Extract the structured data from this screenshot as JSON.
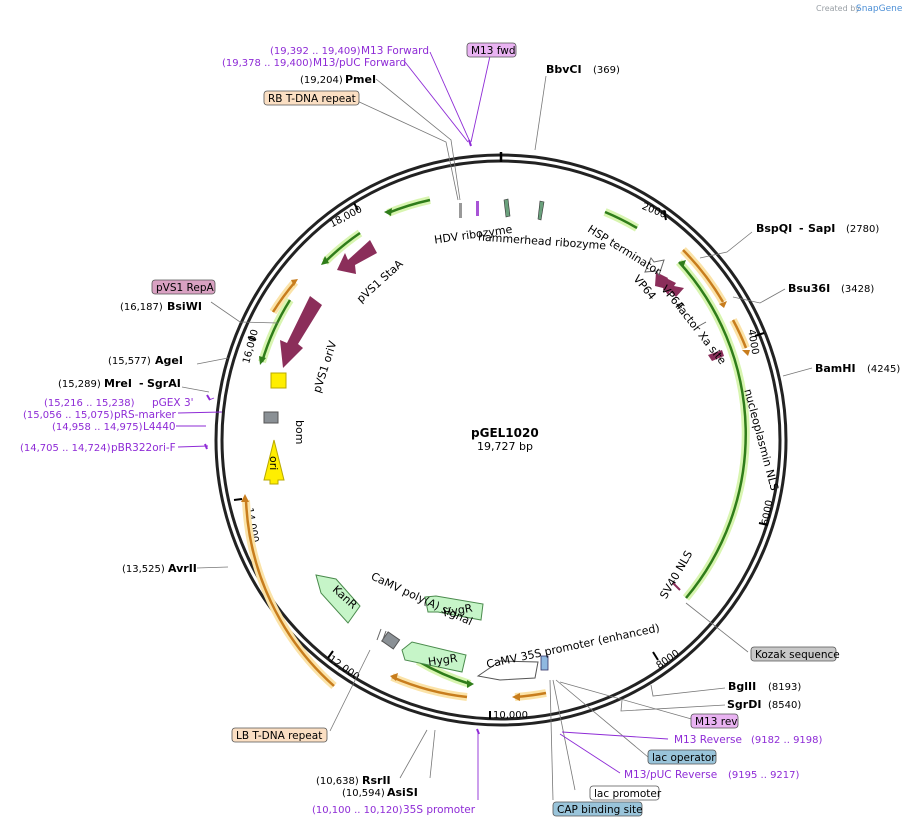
{
  "credit": {
    "created_by": "Created by",
    "brand": "SnapGene"
  },
  "plasmid": {
    "name": "pGEL1020",
    "size": "19,727 bp"
  },
  "ticks": [
    "2000",
    "4000",
    "6000",
    "8000",
    "10,000",
    "12,000",
    "14,000",
    "16,000",
    "18,000"
  ],
  "enzymes": {
    "bbvci": {
      "name": "BbvCI",
      "pos": "(369)"
    },
    "bspqi": {
      "name": "BspQI",
      "name2": "SapI",
      "pos": "(2780)"
    },
    "bsu36i": {
      "name": "Bsu36I",
      "pos": "(3428)"
    },
    "bamhi": {
      "name": "BamHI",
      "pos": "(4245)"
    },
    "bglii": {
      "name": "BglII",
      "pos": "(8193)"
    },
    "sgrdi": {
      "name": "SgrDI",
      "pos": "(8540)"
    },
    "rsrii": {
      "name": "RsrII",
      "pos": "(10,638)"
    },
    "asisi": {
      "name": "AsiSI",
      "pos": "(10,594)"
    },
    "avrii": {
      "name": "AvrII",
      "pos": "(13,525)"
    },
    "mrei": {
      "name": "MreI",
      "name2": "SgrAI",
      "pos": "(15,289)"
    },
    "agei": {
      "name": "AgeI",
      "pos": "(15,577)"
    },
    "bsiwi": {
      "name": "BsiWI",
      "pos": "(16,187)"
    },
    "pmei": {
      "name": "PmeI",
      "pos": "(19,204)"
    }
  },
  "primers": {
    "m13fwd": {
      "name": "M13 Forward",
      "pos": "(19,392 .. 19,409)"
    },
    "m13puc_fwd": {
      "name": "M13/pUC Forward",
      "pos": "(19,378 .. 19,400)"
    },
    "m13rev": {
      "name": "M13 Reverse",
      "pos": "(9182 .. 9198)"
    },
    "m13puc_rev": {
      "name": "M13/pUC Reverse",
      "pos": "(9195 .. 9217)"
    },
    "pgex3": {
      "name": "pGEX 3'",
      "pos": "(15,216 .. 15,238)"
    },
    "prs": {
      "name": "pRS-marker",
      "pos": "(15,056 .. 15,075)"
    },
    "l4440": {
      "name": "L4440",
      "pos": "(14,958 .. 14,975)"
    },
    "pbr322": {
      "name": "pBR322ori-F",
      "pos": "(14,705 .. 14,724)"
    },
    "p35s": {
      "name": "35S promoter",
      "pos": "(10,100 .. 10,120)"
    }
  },
  "boxes": {
    "m13fwd": "M13 fwd",
    "rb": "RB T-DNA repeat",
    "pvs1repa": "pVS1 RepA",
    "kozak": "Kozak sequence",
    "m13rev": "M13 rev",
    "lacop": "lac operator",
    "lacprom": "lac promoter",
    "cap": "CAP binding site",
    "lb": "LB T-DNA repeat"
  },
  "features": {
    "hdv": "HDV ribozyme",
    "hammerhead": "hammerhead ribozyme",
    "hsp": "HSP terminator",
    "vp64a": "VP64",
    "vp64b": "VP64",
    "factorxa": "Factor Xa site",
    "nls": "nucleoplasmin NLS",
    "sv40": "SV40 NLS",
    "camv35s": "CaMV 35S promoter (enhanced)",
    "hygr1": "HygR",
    "hygr2": "HygR",
    "kanr": "KanR",
    "polya": "CaMV poly(A) signal",
    "ori": "ori",
    "bom": "bom",
    "pvs1ori": "pVS1 oriV",
    "pvs1sta": "pVS1 StaA"
  },
  "colors": {
    "purple": "#8e2bd6",
    "maroon": "#8b2e5a",
    "green_arrow": "#2f7d1a",
    "orange_arrow": "#c87d1d",
    "yellow": "#ffee00",
    "light_green": "#bff0c0"
  }
}
